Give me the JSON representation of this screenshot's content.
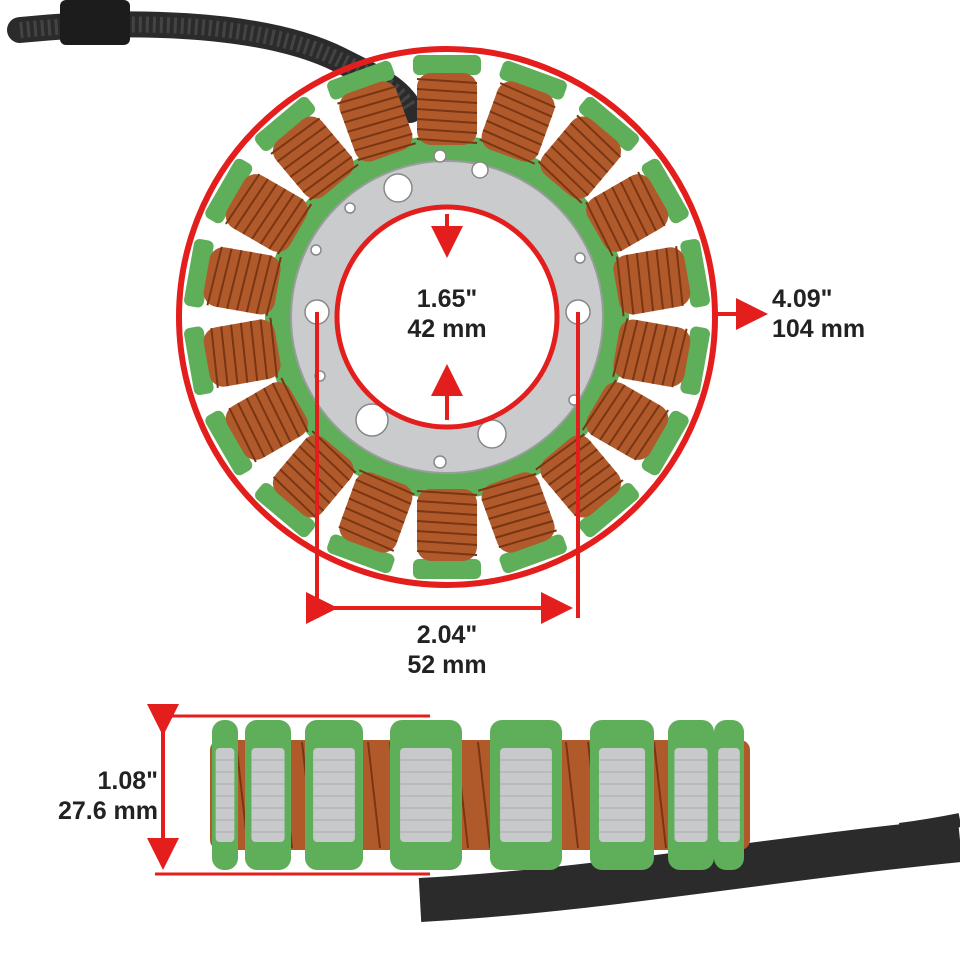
{
  "colors": {
    "dimension_line": "#e41d1d",
    "coil_copper": "#b05a2c",
    "coil_copper_dark": "#7a3512",
    "insulation_green": "#5fae5a",
    "steel_plate": "#c9cbcc",
    "wire_harness": "#2b2b2b",
    "label_text": "#222222"
  },
  "dimensions": {
    "inner_diameter": {
      "imperial": "1.65\"",
      "metric": "42 mm"
    },
    "outer_diameter": {
      "imperial": "4.09\"",
      "metric": "104 mm"
    },
    "bolt_hole_spacing": {
      "imperial": "2.04\"",
      "metric": "52 mm"
    },
    "stack_height": {
      "imperial": "1.08\"",
      "metric": "27.6 mm"
    }
  },
  "component": {
    "coil_count": 18
  }
}
